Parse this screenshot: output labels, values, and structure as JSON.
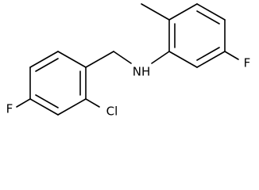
{
  "molecule": {
    "atom_labels": {
      "fluorine_left": "F",
      "chlorine": "Cl",
      "amine": "NH",
      "fluorine_right": "F"
    }
  }
}
